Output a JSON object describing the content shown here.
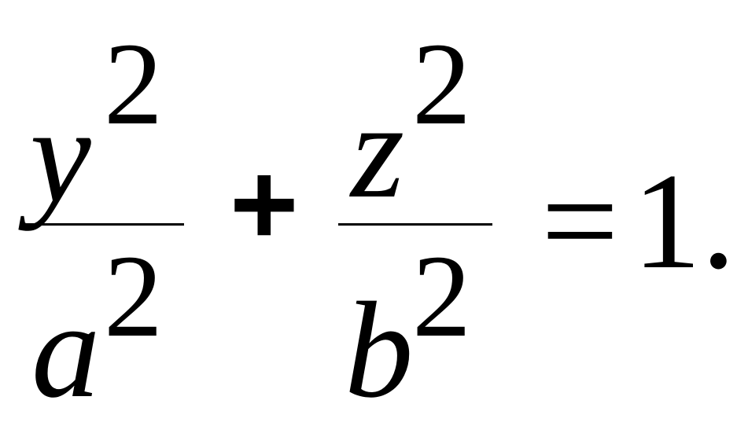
{
  "equation": {
    "term1": {
      "numerator": {
        "base": "y",
        "exponent": "2"
      },
      "denominator": {
        "base": "a",
        "exponent": "2"
      }
    },
    "plus": "+",
    "term2": {
      "numerator": {
        "base": "z",
        "exponent": "2"
      },
      "denominator": {
        "base": "b",
        "exponent": "2"
      }
    },
    "equals": "=",
    "rhs": "1."
  }
}
